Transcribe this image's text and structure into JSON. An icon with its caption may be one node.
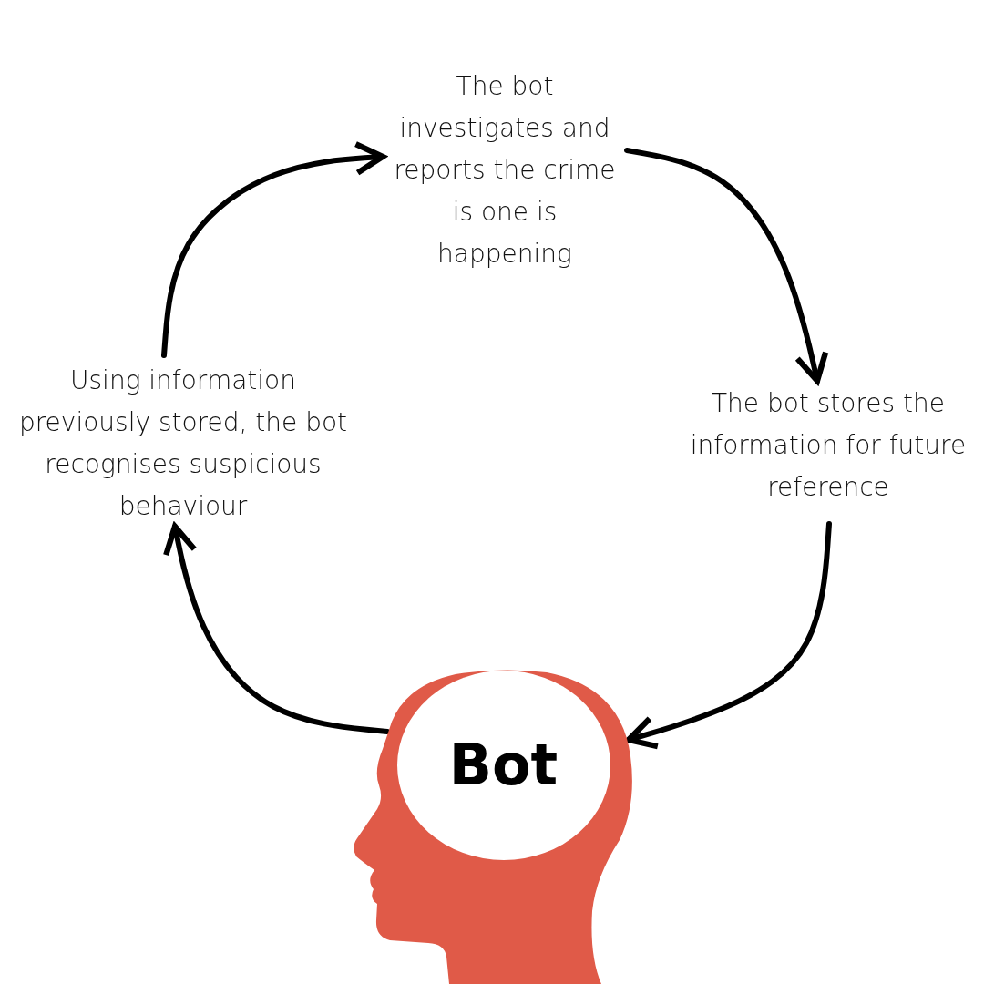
{
  "diagram": {
    "nodes": [
      {
        "text": [
          "The bot investigates and reports the crime is one is happening"
        ]
      },
      {
        "text": [
          "The bot stores the information for future reference"
        ]
      },
      {
        "text": [
          "Bot"
        ]
      },
      {
        "text": [
          "Using information previously stored, the bot recognises suspicious behaviour"
        ]
      }
    ],
    "edges": [
      {
        "from": 0,
        "to": 1,
        "arrow": "to"
      },
      {
        "from": 1,
        "to": 2,
        "arrow": "to"
      },
      {
        "from": 2,
        "to": 3,
        "arrow": "to"
      },
      {
        "from": 3,
        "to": 0,
        "arrow": "to"
      }
    ]
  }
}
